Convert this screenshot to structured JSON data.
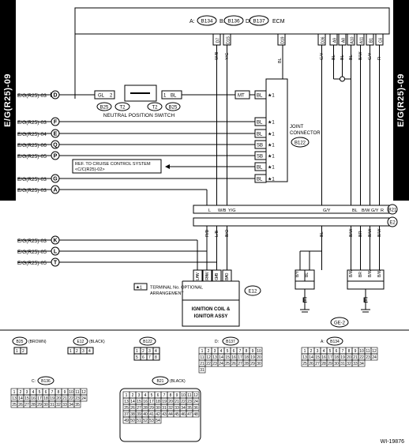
{
  "side_tab_label": "E/G(R25)-09",
  "doc_id": "WI-19876",
  "ecm_header": {
    "a": "A:",
    "a_conn": "B134",
    "b": "B:",
    "b_conn": "B136",
    "d": "D:",
    "d_conn": "B137",
    "ecm": "ECM"
  },
  "refs": {
    "r1": "E/G(R25)-03",
    "r2": "E/G(R25)-03",
    "r3": "E/G(R25)-04",
    "r4": "E/G(R25)-06",
    "r5": "E/G(R25)-05",
    "r6": "E/G(R25)-03",
    "r7": "E/G(R25)-03",
    "r8": "E/G(R25)-03",
    "r9": "E/G(R25)-05",
    "r10": "E/G(R25)-05"
  },
  "ref_letters": {
    "l1": "D",
    "l2": "F",
    "l3": "E",
    "l4": "Q",
    "l5": "P",
    "l6": "G",
    "l7": "A",
    "l8": "K",
    "l9": "L",
    "l10": "T"
  },
  "right_letters": {
    "b21": "B21",
    "e2": "E2"
  },
  "neutral_switch": {
    "label": "NEUTRAL POSITION SWITCH",
    "gl": "GL",
    "pin2": "2",
    "pin1": "1",
    "bl": "BL",
    "b25a": "B25",
    "t2a": "T2",
    "t2b": "T2",
    "b25b": "B25"
  },
  "joint_connector": {
    "line1": "JOINT",
    "line2": "CONNECTOR",
    "conn": "B122",
    "mt": "MT"
  },
  "wire_colors": {
    "bl": "BL",
    "sb": "SB",
    "l": "L",
    "wb": "W/B",
    "yg": "Y/G",
    "br": "BR",
    "by": "B/Y",
    "rb": "R/B",
    "lb": "L/B",
    "gb": "G/B",
    "bo": "B/O",
    "bw": "B/W",
    "gy": "G/Y",
    "r": "R",
    "wr": "W/R",
    "lw": "L/W",
    "br2": "BR",
    "rw": "R/W"
  },
  "star": "★1",
  "cruise_note": {
    "line1": "REF. TO CRUISE CONTROL SYSTEM",
    "line2": "<C/C(R25)-02>"
  },
  "legend": {
    "mark": "★1",
    "line1": "TERMINAL No. OPTIONAL",
    "line2": "ARRANGEMENT"
  },
  "ignition": {
    "line1": "IGNITION COIL &",
    "line2": "IGNITOR ASSY",
    "conn": "E12",
    "pins": [
      "1",
      "2",
      "3",
      "4"
    ]
  },
  "ground": {
    "e_label": "E",
    "conn": "GE-2"
  },
  "ecm_pins_top": [
    "D7",
    "D1S",
    "D19",
    "D36",
    "A9",
    "A8",
    "A10",
    "A11",
    "B1",
    "C6",
    "C3",
    "C4"
  ],
  "connectors": {
    "b25": {
      "name": "B25",
      "note": "(BROWN)",
      "pins": [
        "1",
        "2"
      ]
    },
    "e12": {
      "name": "E12",
      "note": "(BLACK)",
      "pins": [
        "1",
        "2",
        "3",
        "4"
      ]
    },
    "b122": {
      "name": "B122",
      "note": "",
      "pins": [
        "1",
        "2",
        "3",
        "4",
        "5",
        "6",
        "7",
        "8"
      ]
    },
    "b137": {
      "name": "B137",
      "prefix": "D:",
      "note": "",
      "pins": [
        "1",
        "2",
        "3",
        "4",
        "5",
        "6",
        "7",
        "8",
        "9",
        "10",
        "11",
        "12",
        "13",
        "14",
        "15",
        "16",
        "17",
        "18",
        "19",
        "20",
        "21",
        "22",
        "23",
        "24",
        "25",
        "26",
        "27",
        "28",
        "29",
        "30",
        "31"
      ]
    },
    "b134": {
      "name": "B134",
      "prefix": "A:",
      "note": "",
      "pins": [
        "1",
        "2",
        "3",
        "4",
        "5",
        "6",
        "7",
        "8",
        "9",
        "10",
        "11",
        "12",
        "13",
        "14",
        "15",
        "16",
        "17",
        "18",
        "19",
        "20",
        "21",
        "22",
        "23",
        "24",
        "25",
        "26",
        "27",
        "28",
        "29",
        "30",
        "31",
        "32",
        "33",
        "34"
      ]
    },
    "b136": {
      "name": "B136",
      "prefix": "C:",
      "note": "",
      "pins": [
        "1",
        "2",
        "3",
        "4",
        "5",
        "6",
        "7",
        "8",
        "9",
        "10",
        "11",
        "12",
        "13",
        "14",
        "15",
        "16",
        "17",
        "18",
        "19",
        "20",
        "21",
        "22",
        "23",
        "24",
        "25",
        "26",
        "27",
        "28",
        "29",
        "30",
        "31",
        "32",
        "33",
        "34",
        "35"
      ]
    },
    "b21": {
      "name": "B21",
      "note": "(BLACK)",
      "pins": [
        "1",
        "2",
        "3",
        "4",
        "5",
        "6",
        "7",
        "8",
        "9",
        "10",
        "11",
        "12",
        "13",
        "14",
        "15",
        "16",
        "17",
        "18",
        "19",
        "20",
        "21",
        "22",
        "23",
        "24",
        "25",
        "26",
        "27",
        "28",
        "29",
        "30",
        "31",
        "32",
        "33",
        "34",
        "35",
        "36",
        "37",
        "38",
        "39",
        "40",
        "41",
        "42",
        "43",
        "44",
        "45",
        "46",
        "47",
        "48",
        "49",
        "50",
        "51",
        "52",
        "53",
        "54"
      ]
    }
  }
}
